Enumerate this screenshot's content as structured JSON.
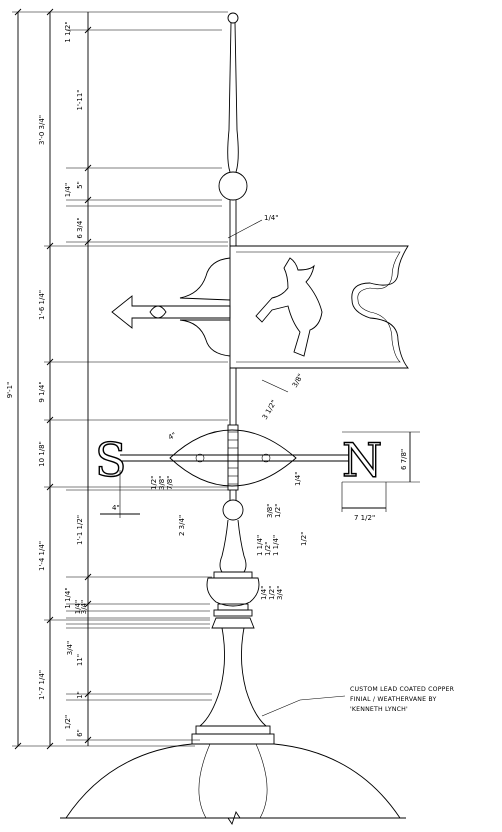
{
  "compass": {
    "south": "S",
    "north": "N"
  },
  "note": {
    "line1": "CUSTOM LEAD COATED COPPER",
    "line2": "FINIAL / WEATHERVANE BY",
    "line3": "'KENNETH LYNCH'"
  },
  "dims": {
    "total": "9'-1\"",
    "upper": "3'-0 3/4\"",
    "d_1_5": "1 1/2\"",
    "d_1_11": "1'-11\"",
    "d_5": "5\"",
    "d_q1": "1/4\"",
    "d_6_34": "6 3/4\"",
    "d_q2": "1/4\"",
    "d_1_6q": "1'-6 1/4\"",
    "d_9q": "9 1/4\"",
    "d_38a": "3/8\"",
    "d_3h": "3 1/2\"",
    "d_r4": "4\"",
    "d_10_18": "10 1/8\"",
    "d_12a": "1/2\"",
    "d_38b": "3/8\"",
    "d_78": "7/8\"",
    "d_4": "4\"",
    "d_q3": "1/4\"",
    "d_6_78": "6 7/8\"",
    "d_7h": "7 1/2\"",
    "d_2_34": "2 3/4\"",
    "d_38c": "3/8\"",
    "d_12b": "1/2\"",
    "d_1_1h": "1'-1 1/2\"",
    "d_1_14a": "1 1/4\"",
    "d_12c": "1/2\"",
    "d_1_14b": "1 1/4\"",
    "d_12d": "1/2\"",
    "d_1_4q": "1'-4 1/4\"",
    "d_14r": "1/4\"",
    "d_12r": "1/2\"",
    "d_34r": "3/4\"",
    "d_1_14c": "1 1/4\"",
    "d_34a": "3/4\"",
    "d_q4": "1/4\"",
    "d_34b": "3/4\"",
    "d_11": "11\"",
    "d_1_7q": "1'-7 1/4\"",
    "d_1": "1\"",
    "d_12e": "1/2\"",
    "d_6": "6\""
  }
}
